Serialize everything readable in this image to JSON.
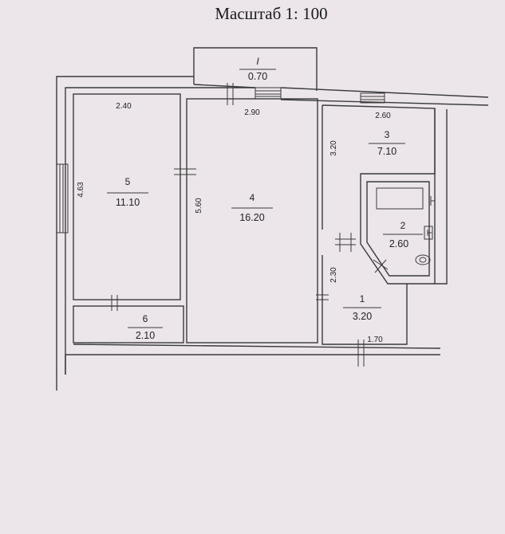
{
  "title": "Масштаб 1: 100",
  "rooms": [
    {
      "number": "I",
      "area": "0.70"
    },
    {
      "number": "5",
      "area": "11.10"
    },
    {
      "number": "4",
      "area": "16.20"
    },
    {
      "number": "3",
      "area": "7.10"
    },
    {
      "number": "2",
      "area": "2.60"
    },
    {
      "number": "1",
      "area": "3.20"
    },
    {
      "number": "6",
      "area": "2.10"
    }
  ],
  "dimensions": {
    "room5_width": "2.40",
    "room5_length": "4.63",
    "room4_width": "2.90",
    "room4_length": "5.60",
    "room3_width": "2.60",
    "room3_length": "3.20",
    "room1_length": "2.30",
    "room1_width": "1.70"
  }
}
